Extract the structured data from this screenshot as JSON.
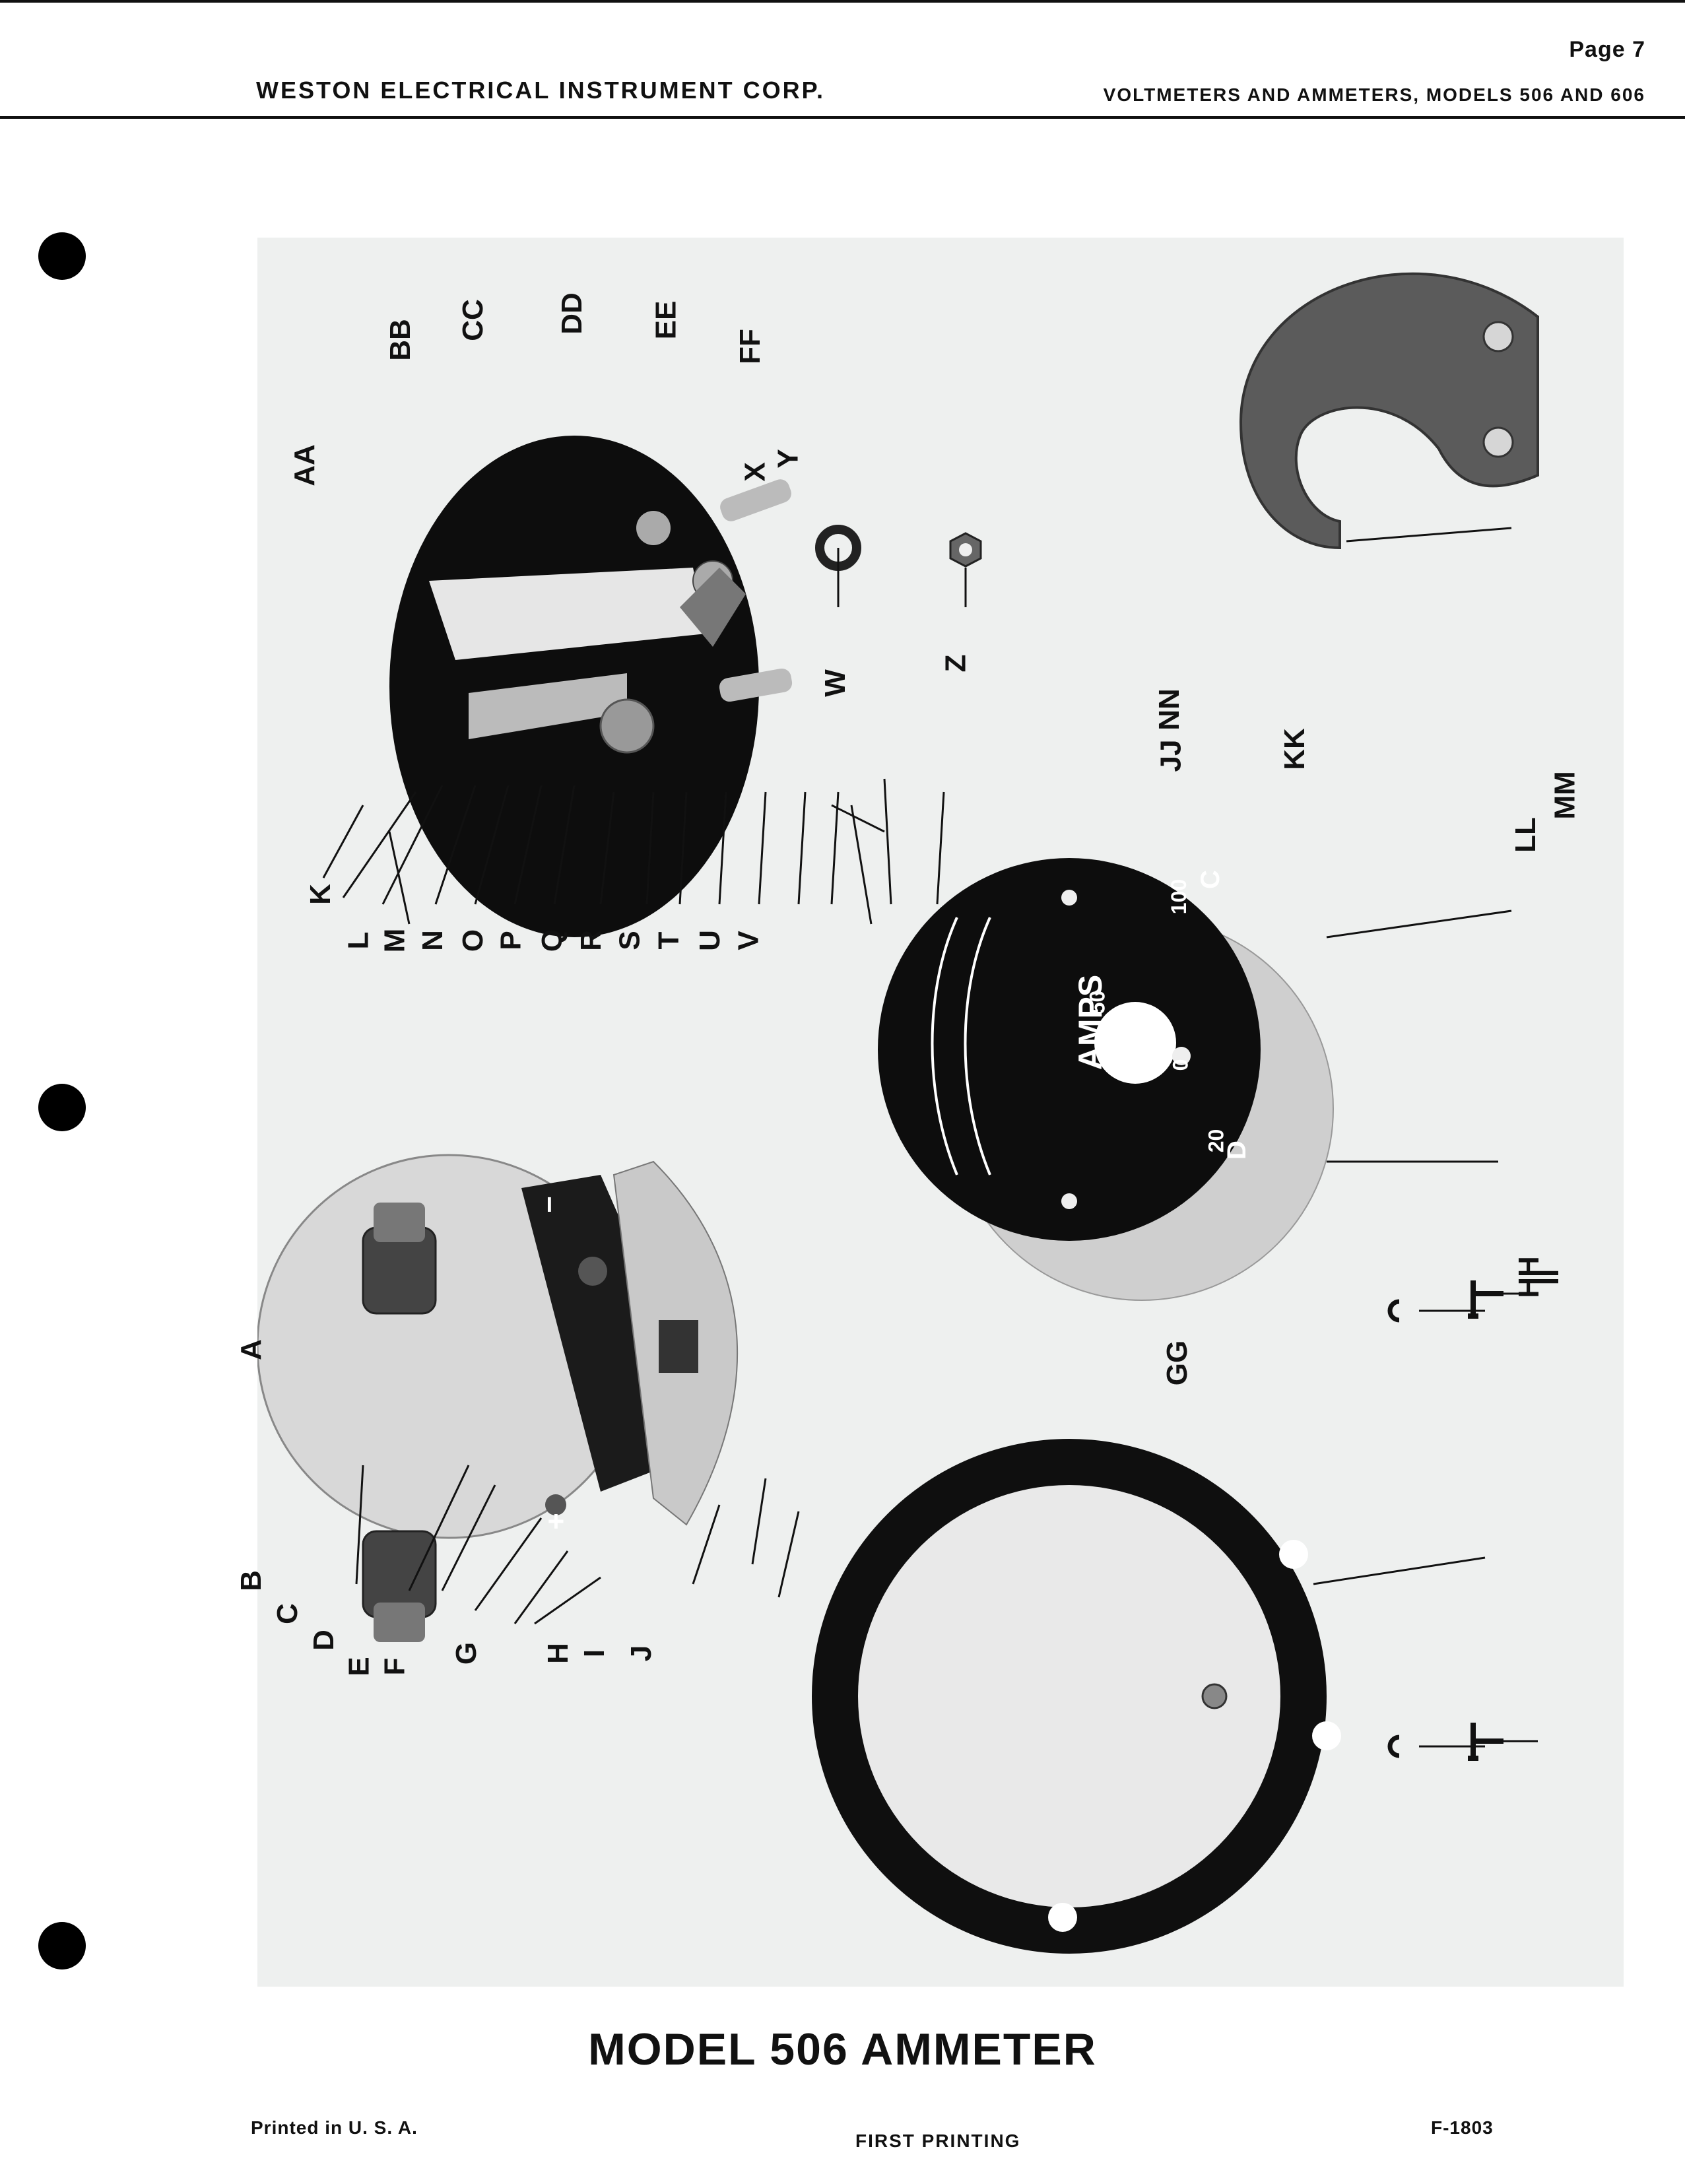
{
  "header": {
    "page": "Page 7",
    "company": "WESTON ELECTRICAL INSTRUMENT CORP.",
    "subject": "VOLTMETERS AND AMMETERS, MODELS 506 AND 606"
  },
  "labels": {
    "a": "A",
    "b": "B",
    "c": "C",
    "d": "D",
    "e": "E",
    "f": "F",
    "g": "G",
    "h": "H",
    "i": "I",
    "j": "J",
    "k": "K",
    "l": "L",
    "m": "M",
    "n": "N",
    "o": "O",
    "p": "P",
    "q": "Q",
    "r": "R",
    "s": "S",
    "t": "T",
    "u": "U",
    "v": "V",
    "w": "W",
    "x": "X",
    "y": "Y",
    "z": "Z",
    "aa": "AA",
    "bb": "BB",
    "cc": "CC",
    "dd": "DD",
    "ee": "EE",
    "ff": "FF",
    "gg": "GG",
    "hh": "HH",
    "ii": "II",
    "jj": "JJ",
    "kk": "KK",
    "ll": "LL",
    "mm": "MM",
    "nn": "NN"
  },
  "dial": {
    "unit": "AMPS",
    "ticks": [
      "0",
      "50",
      "100",
      "20"
    ],
    "letters": [
      "C",
      "D"
    ]
  },
  "terminal_marks": {
    "plus": "+",
    "minus": "−"
  },
  "caption": "MODEL 506 AMMETER",
  "footer": {
    "printed": "Printed in U. S. A.",
    "printing": "FIRST PRINTING",
    "form": "F-1803"
  }
}
